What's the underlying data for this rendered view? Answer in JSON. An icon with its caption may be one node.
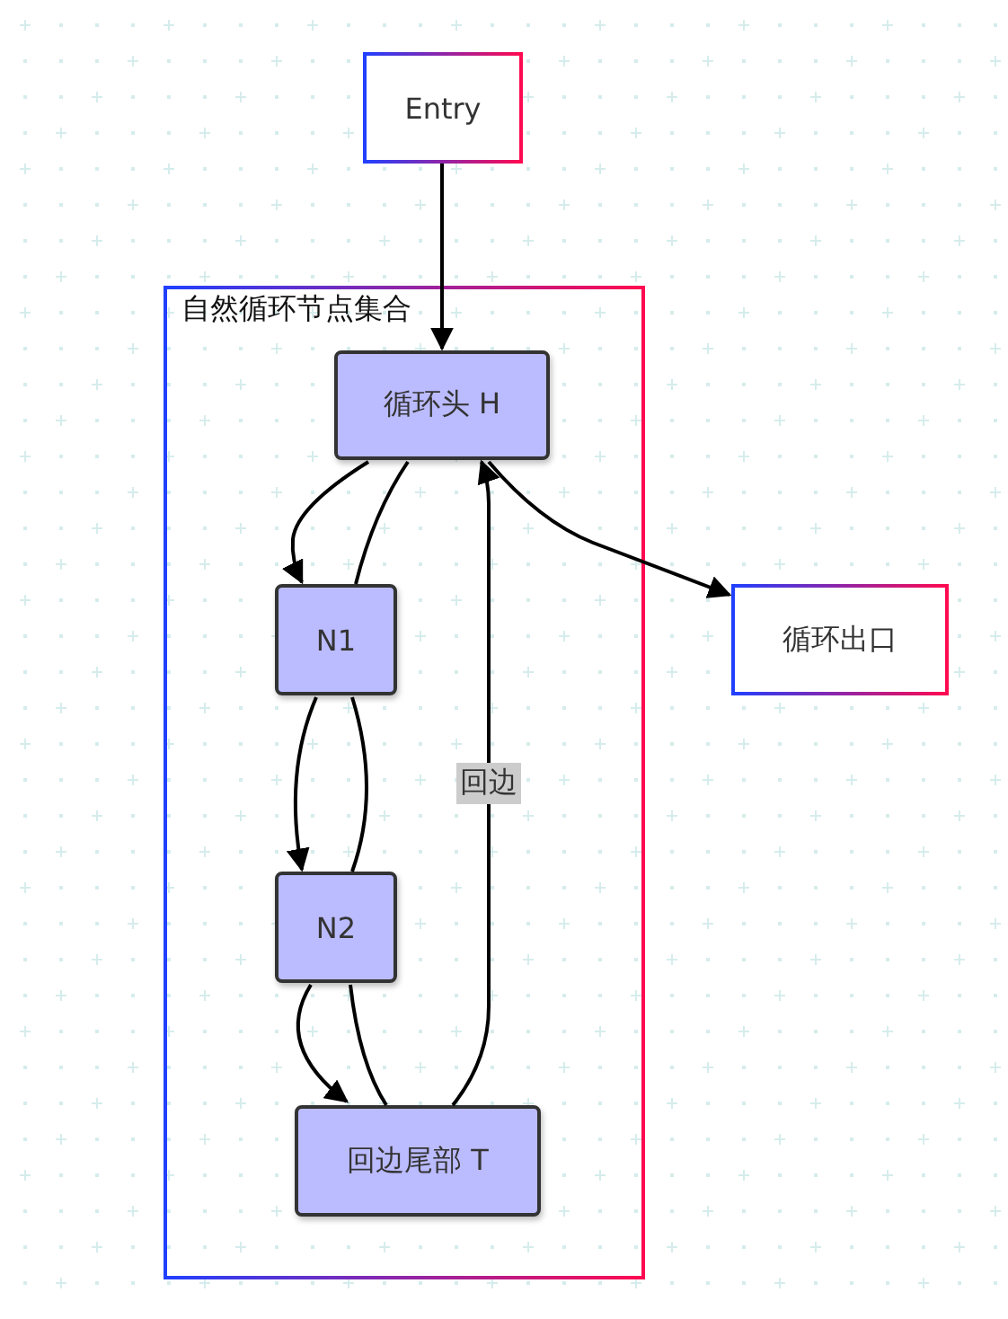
{
  "diagram": {
    "nodes": [
      {
        "text": [
          "Entry"
        ]
      },
      {
        "text": [
          "自然循环节点集合"
        ]
      },
      {
        "text": [
          "循环头 H"
        ],
        "in": 1
      },
      {
        "text": [
          "N1"
        ],
        "in": 1
      },
      {
        "text": [
          "N2"
        ],
        "in": 1
      },
      {
        "text": [
          "回边尾部 T"
        ],
        "in": 1
      },
      {
        "text": [
          "循环出口"
        ]
      }
    ],
    "edges": [
      {
        "from": 0,
        "to": 2,
        "arrow": "to"
      },
      {
        "from": 2,
        "to": 3,
        "arrow": "to"
      },
      {
        "from": 3,
        "to": 2,
        "arrow": "none"
      },
      {
        "from": 3,
        "to": 4,
        "arrow": "to"
      },
      {
        "from": 4,
        "to": 3,
        "arrow": "none"
      },
      {
        "from": 4,
        "to": 5,
        "arrow": "to"
      },
      {
        "from": 5,
        "to": 4,
        "arrow": "none"
      },
      {
        "from": 5,
        "to": 2,
        "arrow": "to",
        "label": "回边"
      },
      {
        "from": 2,
        "to": 6,
        "arrow": "to"
      }
    ]
  }
}
